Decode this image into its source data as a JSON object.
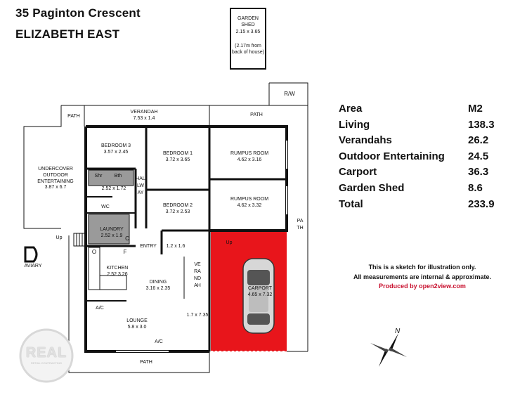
{
  "header": {
    "address_line1": "35 Paginton Crescent",
    "address_line2": "ELIZABETH EAST"
  },
  "shed": {
    "name": "GARDEN\nSHED",
    "dims": "2.15 x 3.65",
    "note": "(2.17m from\nback of house)"
  },
  "rooms": {
    "path_top_left": "PATH",
    "verandah_top": "VERANDAH",
    "verandah_top_dims": "7.53 x 1.4",
    "path_top_right": "PATH",
    "rw": "R/W",
    "undercover": "UNDERCOVER\nOUTDOOR\nENTERTAINING",
    "undercover_dims": "3.87 x 6.7",
    "bedroom3": "BEDROOM 3",
    "bedroom3_dims": "3.57 x 2.45",
    "bedroom1": "BEDROOM 1",
    "bedroom1_dims": "3.72 x 3.65",
    "bedroom2": "BEDROOM 2",
    "bedroom2_dims": "3.72 x 2.53",
    "rumpus1": "RUMPUS ROOM",
    "rumpus1_dims": "4.62 x 3.16",
    "rumpus2": "RUMPUS ROOM",
    "rumpus2_dims": "4.62 x 3.32",
    "shr": "Shr",
    "bth": "Bth",
    "bath_dims": "2.52 x 1.72",
    "hallway": "HALLWAY",
    "wc": "WC",
    "laundry": "LAUNDRY",
    "laundry_dims": "2.52 x 1.9",
    "up1": "Up",
    "up2": "Up",
    "aviary": "AVIARY",
    "entry": "ENTRY",
    "entry_dims": "1.2 x 1.6",
    "o": "O",
    "f": "F",
    "c": "C",
    "kitchen": "KITCHEN",
    "kitchen_dims": "2.52 3.26",
    "dining": "DINING",
    "dining_dims": "3.16 x 2.35",
    "verandah_side": "VERANDAH",
    "verandah_side_dims": "1.7 x 7.35",
    "ac1": "A/C",
    "lounge": "LOUNGE",
    "lounge_dims": "5.8 x 3.0",
    "ac2": "A/C",
    "path_bottom": "PATH",
    "path_right": "PATH",
    "carport": "CARPORT",
    "carport_dims": "4.65 x 7.32"
  },
  "area_table": {
    "header": {
      "label": "Area",
      "value": "M2"
    },
    "rows": [
      {
        "label": "Living",
        "value": "138.3"
      },
      {
        "label": "Verandahs",
        "value": "26.2"
      },
      {
        "label": "Outdoor Entertaining",
        "value": "24.5"
      },
      {
        "label": "Carport",
        "value": "36.3"
      },
      {
        "label": "Garden Shed",
        "value": "8.6"
      },
      {
        "label": "Total",
        "value": "233.9"
      }
    ]
  },
  "notes": {
    "line1": "This is a sketch for illustration only.",
    "line2": "All measurements are internal & approximate.",
    "line3": "Produced by open2view.com"
  },
  "compass": {
    "north": "N"
  },
  "logo": {
    "text": "REAL",
    "subtext": "RETAIL CONTRACTING"
  },
  "colors": {
    "carport_fill": "#e8151b",
    "wall": "#111111",
    "wet_area": "#9a9a9a",
    "note_red": "#c8102e"
  }
}
